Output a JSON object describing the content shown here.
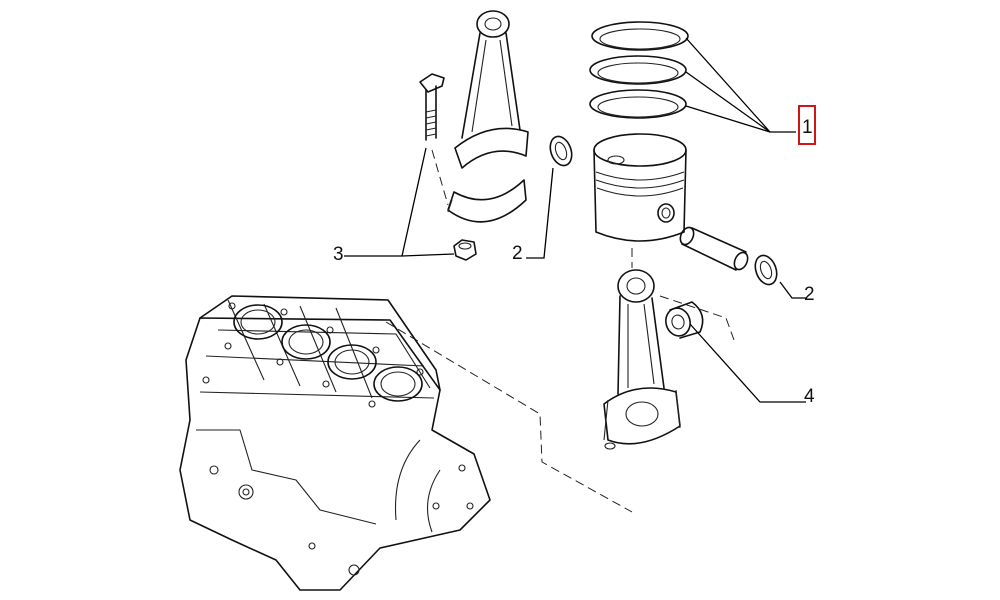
{
  "callouts": {
    "piston_rings": "1",
    "circlip_left": "2",
    "circlip_right": "2",
    "conrod_bolt": "3",
    "small_end_bush": "4"
  },
  "highlight": {
    "color": "#d0141c",
    "target": "piston_rings"
  }
}
